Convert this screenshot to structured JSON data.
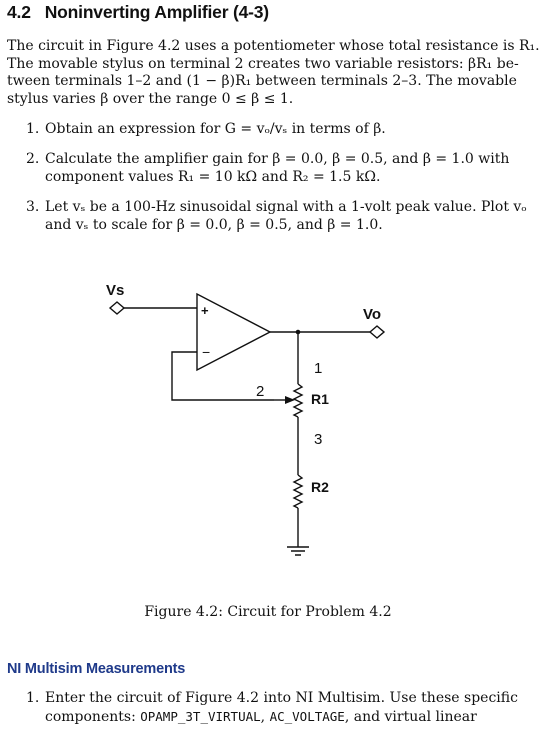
{
  "section": {
    "number": "4.2",
    "title": "Noninverting Amplifier (4-3)"
  },
  "intro": {
    "l1": "The circuit in Figure 4.2 uses a potentiometer whose total resistance is R₁.",
    "l2": "The movable stylus on terminal 2 creates two variable resistors: βR₁ be-",
    "l3": "tween terminals 1–2 and (1 − β)R₁ between terminals 2–3. The movable",
    "l4": "stylus varies β over the range 0 ≤ β ≤ 1."
  },
  "items": [
    {
      "num": "1.",
      "l1": "Obtain an expression for G = vₒ/vₛ in terms of β."
    },
    {
      "num": "2.",
      "l1": "Calculate the amplifier gain for β = 0.0, β = 0.5, and β = 1.0 with",
      "l2": "component values R₁ = 10 kΩ and R₂ = 1.5 kΩ."
    },
    {
      "num": "3.",
      "l1": "Let vₛ be a 100-Hz sinusoidal signal with a 1-volt peak value. Plot vₒ",
      "l2": "and vₛ to scale for β = 0.0, β = 0.5, and β = 1.0."
    }
  ],
  "figure": {
    "labels": {
      "vs": "Vs",
      "vo": "Vo",
      "plus": "+",
      "minus": "−",
      "t1": "1",
      "t2": "2",
      "t3": "3",
      "r1": "R1",
      "r2": "R2"
    },
    "caption": "Figure 4.2: Circuit for Problem 4.2"
  },
  "multisim": {
    "title": "NI Multisim Measurements",
    "item": {
      "num": "1.",
      "l1": "Enter the circuit of Figure 4.2 into NI Multisim. Use these specific",
      "l2_prefix": "components: ",
      "c1": "OPAMP_3T_VIRTUAL",
      "sep": ", ",
      "c2": "AC_VOLTAGE",
      "l2_suffix": ", and virtual linear"
    }
  }
}
